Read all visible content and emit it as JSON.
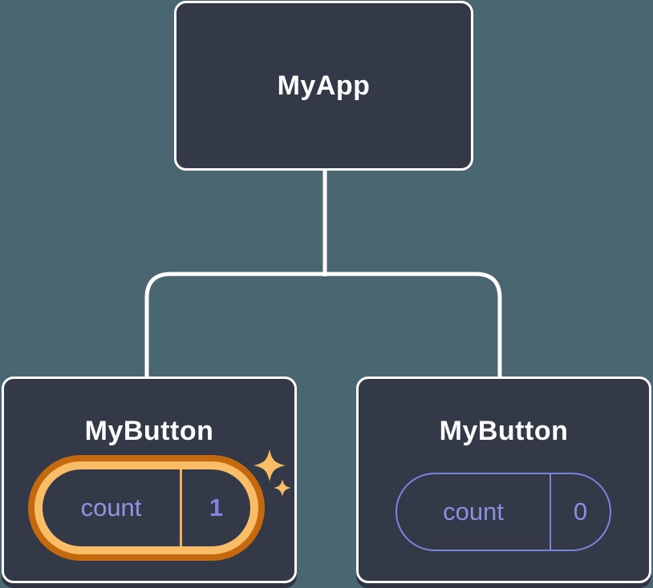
{
  "diagram": {
    "type": "component-tree",
    "description": "React component tree with state: MyApp parent and two MyButton children, each holding a count state pill; left button's state is highlighted as updated"
  },
  "tree": {
    "root": {
      "label": "MyApp"
    },
    "children": [
      {
        "label": "MyButton",
        "state": {
          "key": "count",
          "value": "1"
        },
        "highlighted": true
      },
      {
        "label": "MyButton",
        "state": {
          "key": "count",
          "value": "0"
        },
        "highlighted": false
      }
    ]
  },
  "icons": {
    "sparkles": "sparkles-icon (two four-point stars marking updated state)"
  },
  "colors": {
    "background": "#4a6670",
    "node_background": "#343947",
    "node_border": "#ffffff",
    "connector_line": "#ffffff",
    "state_text_purple": "#8890e4",
    "state_value_purple": "#7d85de",
    "state_outline_purple": "#7c85dd",
    "highlight_gold": "#f9bd67",
    "highlight_dark_orange": "#c5690f",
    "shadow": "#2e3441"
  }
}
